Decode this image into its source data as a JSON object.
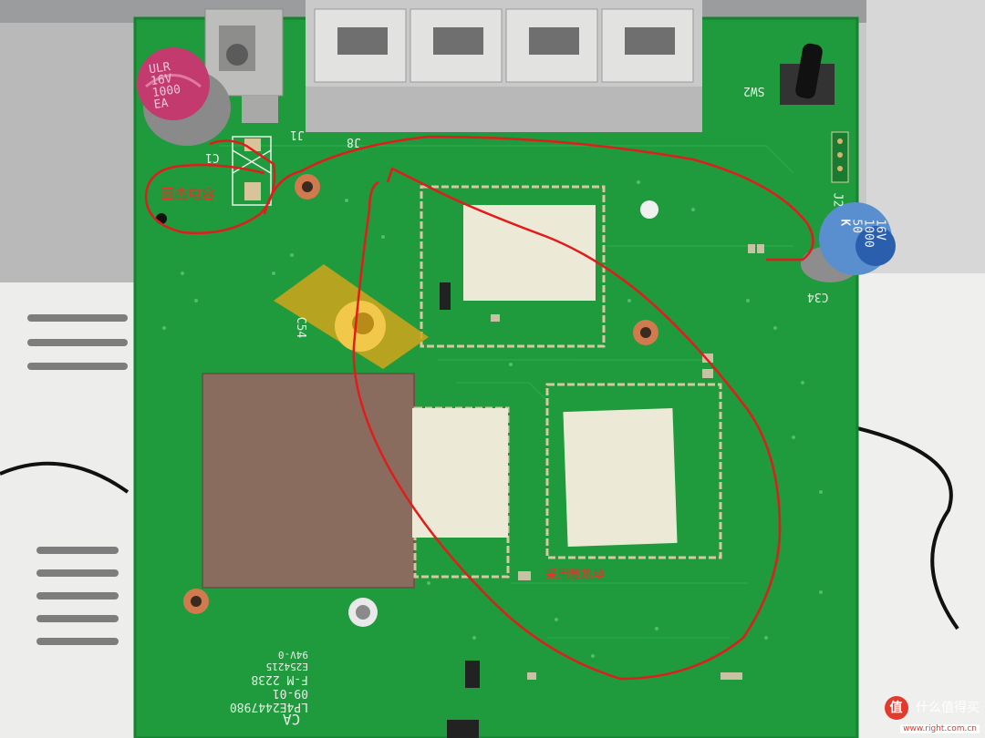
{
  "photo": {
    "annotations": {
      "solid_capacitor_label": "固态电容",
      "thermal_pad_label": "采用散热垫"
    },
    "silkscreen": {
      "c1": "C1",
      "j1": "J1",
      "j8": "J8",
      "sw2": "SW2",
      "j2": "J2",
      "c34": "C34",
      "c54": "C54",
      "fcc_lines": [
        "LP4E2447980",
        "09-01",
        "F-M 2238",
        "E254215",
        "94V-0"
      ],
      "ca_mark": "CA"
    },
    "capacitor_left": {
      "lines": [
        "ULR",
        "16V",
        "1000",
        "EA"
      ]
    },
    "capacitor_right": {
      "lines": [
        "16V",
        "1000",
        "50",
        "K"
      ]
    },
    "watermark": {
      "logo": "值",
      "text": "什么值得买",
      "url": "www.right.com.cn"
    },
    "colors": {
      "pcb_green": "#1f9a3c",
      "annotation_red": "#e6322a",
      "thermal_pad": "#ece9d6",
      "copper_shield": "#8a6c5e"
    }
  }
}
